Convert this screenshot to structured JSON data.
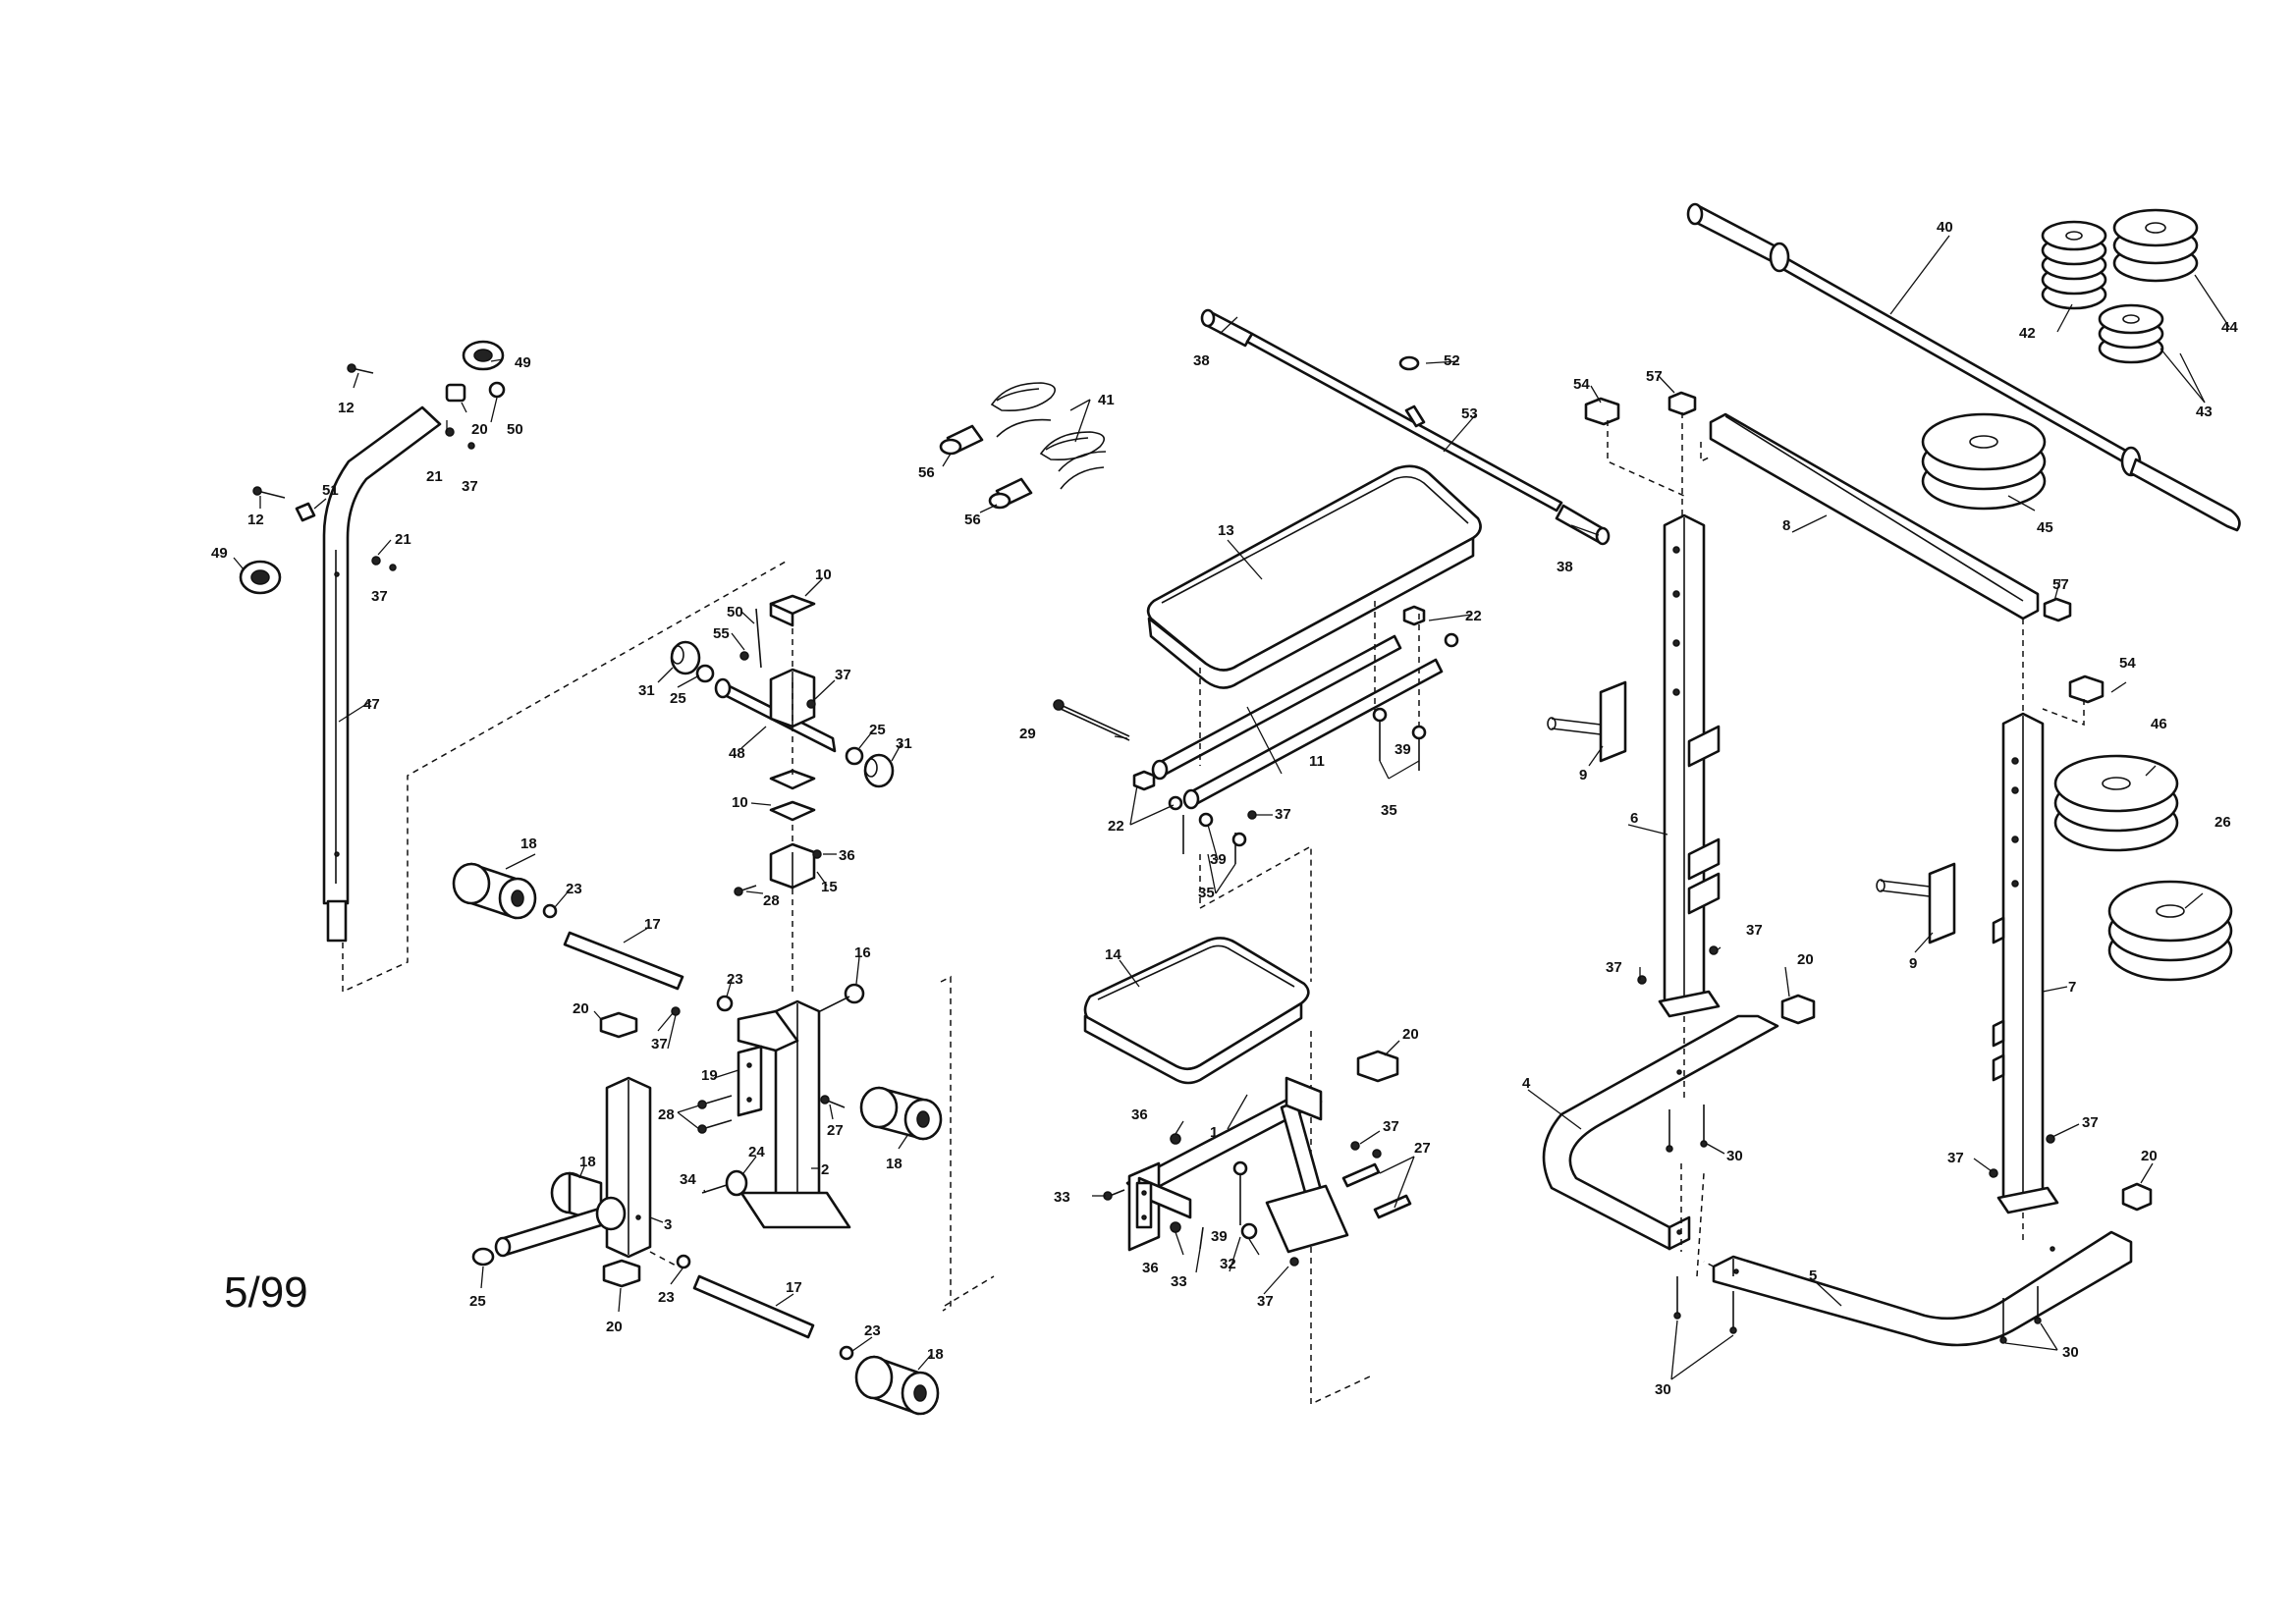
{
  "date_code": "5/99",
  "labels": [
    "1",
    "2",
    "3",
    "4",
    "5",
    "6",
    "7",
    "8",
    "9",
    "10",
    "11",
    "12",
    "13",
    "14",
    "15",
    "16",
    "17",
    "18",
    "19",
    "20",
    "21",
    "22",
    "23",
    "24",
    "25",
    "26",
    "27",
    "28",
    "29",
    "30",
    "31",
    "32",
    "33",
    "34",
    "35",
    "36",
    "37",
    "38",
    "39",
    "40",
    "41",
    "42",
    "43",
    "44",
    "45",
    "46",
    "47",
    "48",
    "49",
    "50",
    "51",
    "52",
    "53",
    "54",
    "55",
    "56",
    "57"
  ]
}
